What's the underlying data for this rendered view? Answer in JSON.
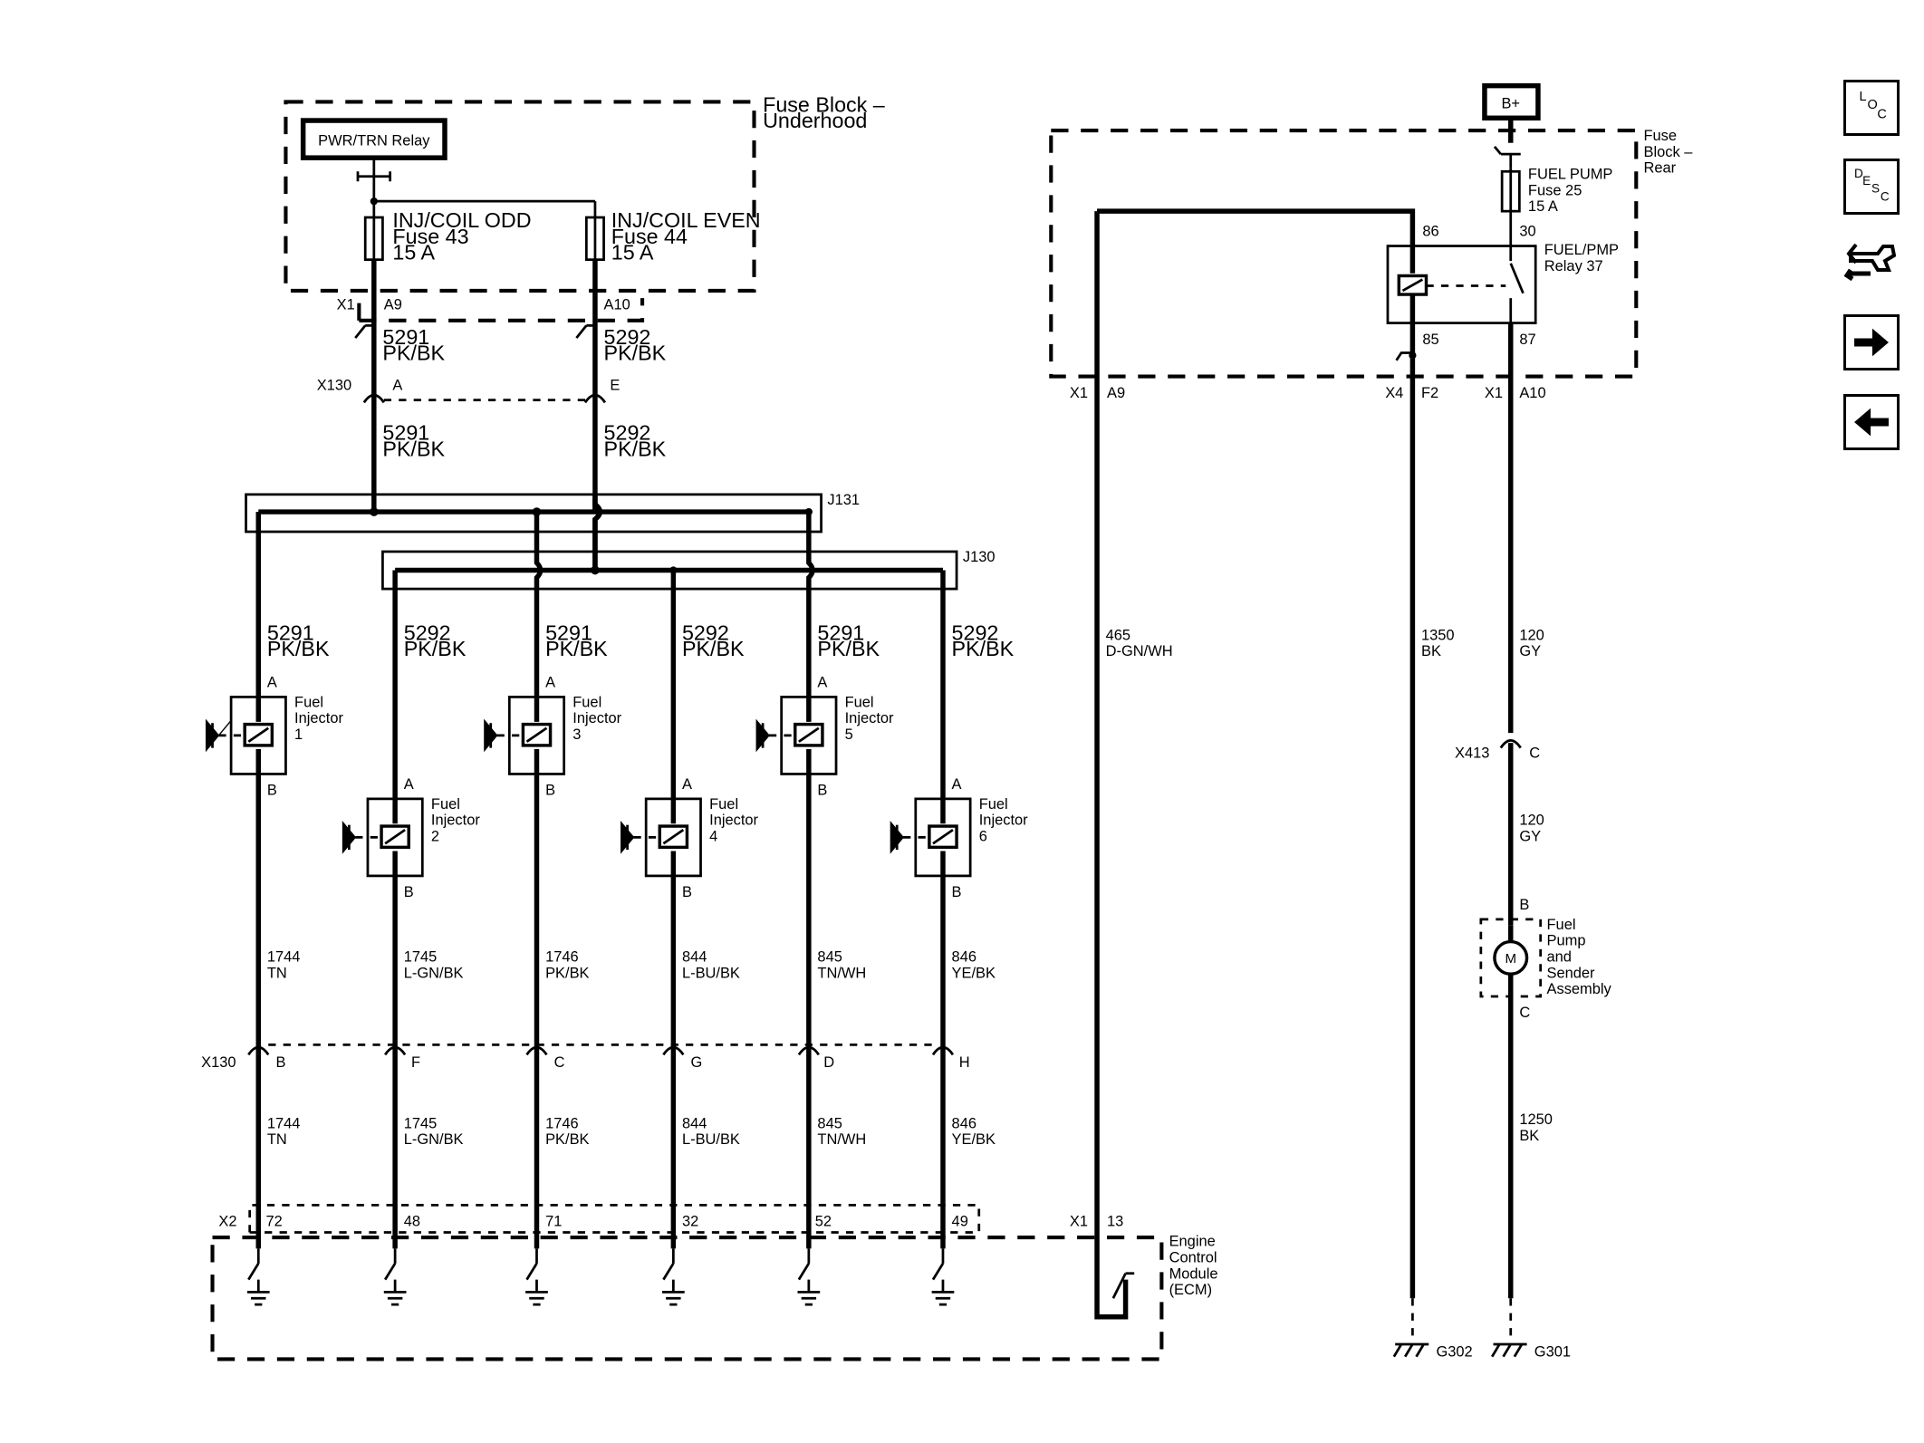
{
  "nav": {
    "loc": [
      "L",
      "O",
      "C"
    ],
    "desc": [
      "D",
      "E",
      "S",
      "C"
    ],
    "icons": [
      "loc-icon",
      "desc-icon",
      "connector-tool-icon",
      "next-arrow-icon",
      "previous-arrow-icon"
    ]
  },
  "fuse_block_underhood": {
    "label1": "Fuse Block –",
    "label2": "Underhood",
    "relay": "PWR/TRN Relay",
    "fuse_odd": [
      "INJ/COIL ODD",
      "Fuse 43",
      "15 A"
    ],
    "fuse_even": [
      "INJ/COIL EVEN",
      "Fuse 44",
      "15 A"
    ],
    "conn_x1": "X1",
    "pin_a9": "A9",
    "pin_a10": "A10"
  },
  "x130_top": {
    "label": "X130",
    "pin_a": "A",
    "pin_e": "E"
  },
  "feed_wires": {
    "odd_upper": [
      "5291",
      "PK/BK"
    ],
    "even_upper": [
      "5292",
      "PK/BK"
    ],
    "odd_lower": [
      "5291",
      "PK/BK"
    ],
    "even_lower": [
      "5292",
      "PK/BK"
    ]
  },
  "splices": {
    "j131": "J131",
    "j130": "J130"
  },
  "injector_common": {
    "pin_a": "A",
    "pin_b": "B",
    "name1": "Fuel",
    "name2": "Injector"
  },
  "injectors": [
    {
      "num": "1",
      "feed": [
        "5291",
        "PK/BK"
      ],
      "ctrl": [
        "1744",
        "TN"
      ],
      "pin": "B",
      "ecm": "72"
    },
    {
      "num": "2",
      "feed": [
        "5292",
        "PK/BK"
      ],
      "ctrl": [
        "1745",
        "L-GN/BK"
      ],
      "pin": "F",
      "ecm": "48"
    },
    {
      "num": "3",
      "feed": [
        "5291",
        "PK/BK"
      ],
      "ctrl": [
        "1746",
        "PK/BK"
      ],
      "pin": "C",
      "ecm": "71"
    },
    {
      "num": "4",
      "feed": [
        "5292",
        "PK/BK"
      ],
      "ctrl": [
        "844",
        "L-BU/BK"
      ],
      "pin": "G",
      "ecm": "32"
    },
    {
      "num": "5",
      "feed": [
        "5291",
        "PK/BK"
      ],
      "ctrl": [
        "845",
        "TN/WH"
      ],
      "pin": "D",
      "ecm": "52"
    },
    {
      "num": "6",
      "feed": [
        "5292",
        "PK/BK"
      ],
      "ctrl": [
        "846",
        "YE/BK"
      ],
      "pin": "H",
      "ecm": "49"
    }
  ],
  "x130_bottom": "X130",
  "ecm": {
    "name": [
      "Engine",
      "Control",
      "Module",
      "(ECM)"
    ],
    "conn_x2": "X2",
    "conn_x1": "X1",
    "pin_13": "13"
  },
  "fuse_block_rear": {
    "label": [
      "Fuse",
      "Block –",
      "Rear"
    ],
    "bplus": "B+",
    "fuse": [
      "FUEL PUMP",
      "Fuse 25",
      "15 A"
    ],
    "relay": [
      "FUEL/PMP",
      "Relay 37"
    ],
    "pin86": "86",
    "pin30": "30",
    "pin85": "85",
    "pin87": "87",
    "x1a9": [
      "X1",
      "A9"
    ],
    "x4f2": [
      "X4",
      "F2"
    ],
    "x1a10": [
      "X1",
      "A10"
    ]
  },
  "rear_wires": {
    "w465": [
      "465",
      "D-GN/WH"
    ],
    "w1350": [
      "1350",
      "BK"
    ],
    "w120a": [
      "120",
      "GY"
    ],
    "w120b": [
      "120",
      "GY"
    ],
    "w1250": [
      "1250",
      "BK"
    ]
  },
  "x413": {
    "label": "X413",
    "pin": "C"
  },
  "pump": {
    "pin_b": "B",
    "pin_c": "C",
    "motor": "M",
    "name": [
      "Fuel",
      "Pump",
      "and",
      "Sender",
      "Assembly"
    ]
  },
  "grounds": {
    "g302": "G302",
    "g301": "G301"
  }
}
